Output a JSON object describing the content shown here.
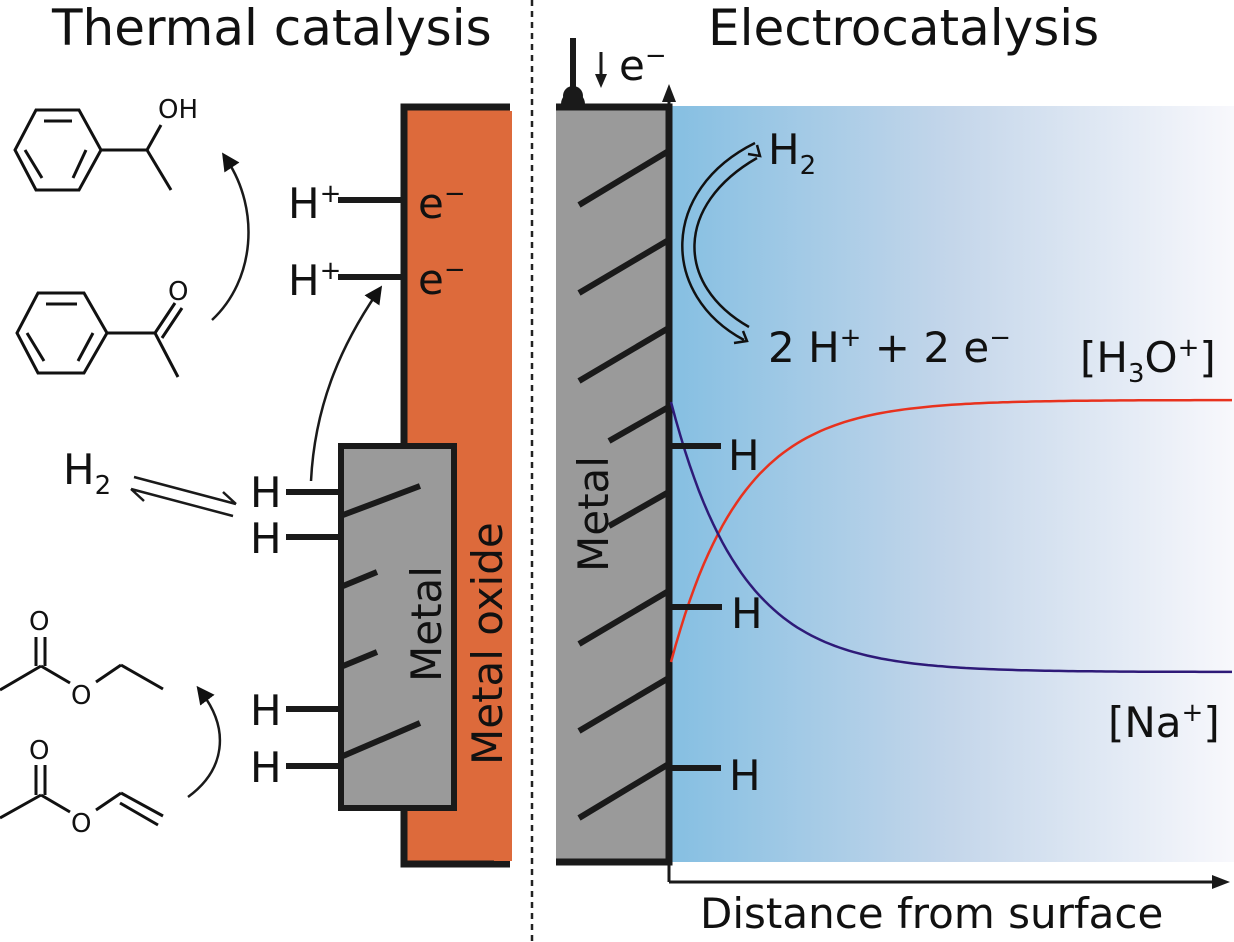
{
  "panels": {
    "thermal": {
      "title": "Thermal catalysis",
      "support_label": "Metal oxide",
      "metal_label": "Metal",
      "proton_label": "H",
      "proton_charge": "+",
      "electron_label": "e",
      "electron_charge": "−",
      "h2_label": "H",
      "h2_sub": "2",
      "adsorbed_h_label": "H",
      "reactants": [
        {
          "name": "acetophenone",
          "heteroatom": "O"
        },
        {
          "name": "vinyl-acetate",
          "heteroatom": "O"
        }
      ],
      "products": [
        {
          "name": "1-phenylethanol",
          "heteroatom": "OH"
        },
        {
          "name": "ethyl-acetate",
          "heteroatom": "O"
        }
      ]
    },
    "electro": {
      "title": "Electrocatalysis",
      "metal_label": "Metal",
      "electron_label": "e",
      "electron_charge": "−",
      "h2_label": "H",
      "h2_sub": "2",
      "reaction_text": {
        "coef1": "2 H",
        "charge1": "+",
        "plus": " + 2 e",
        "charge2": "−"
      },
      "adsorbed_h_label": "H",
      "x_axis_label": "Distance from surface",
      "curves": [
        {
          "name": "H3O+",
          "label_pre": "[H",
          "label_sub": "3",
          "label_mid": "O",
          "label_sup": "+",
          "label_post": "]",
          "color": "#e8321e",
          "trend": "increasing"
        },
        {
          "name": "Na+",
          "label_pre": "[Na",
          "label_sup": "+",
          "label_post": "]",
          "color": "#2e1a78",
          "trend": "decreasing"
        }
      ]
    }
  },
  "colors": {
    "metal_oxide": "#dd6a3b",
    "metal": "#9a9a9a",
    "electrolyte_near": "#85bfe2",
    "electrolyte_far": "#f7f7fb",
    "stroke": "#1a1a1a"
  }
}
